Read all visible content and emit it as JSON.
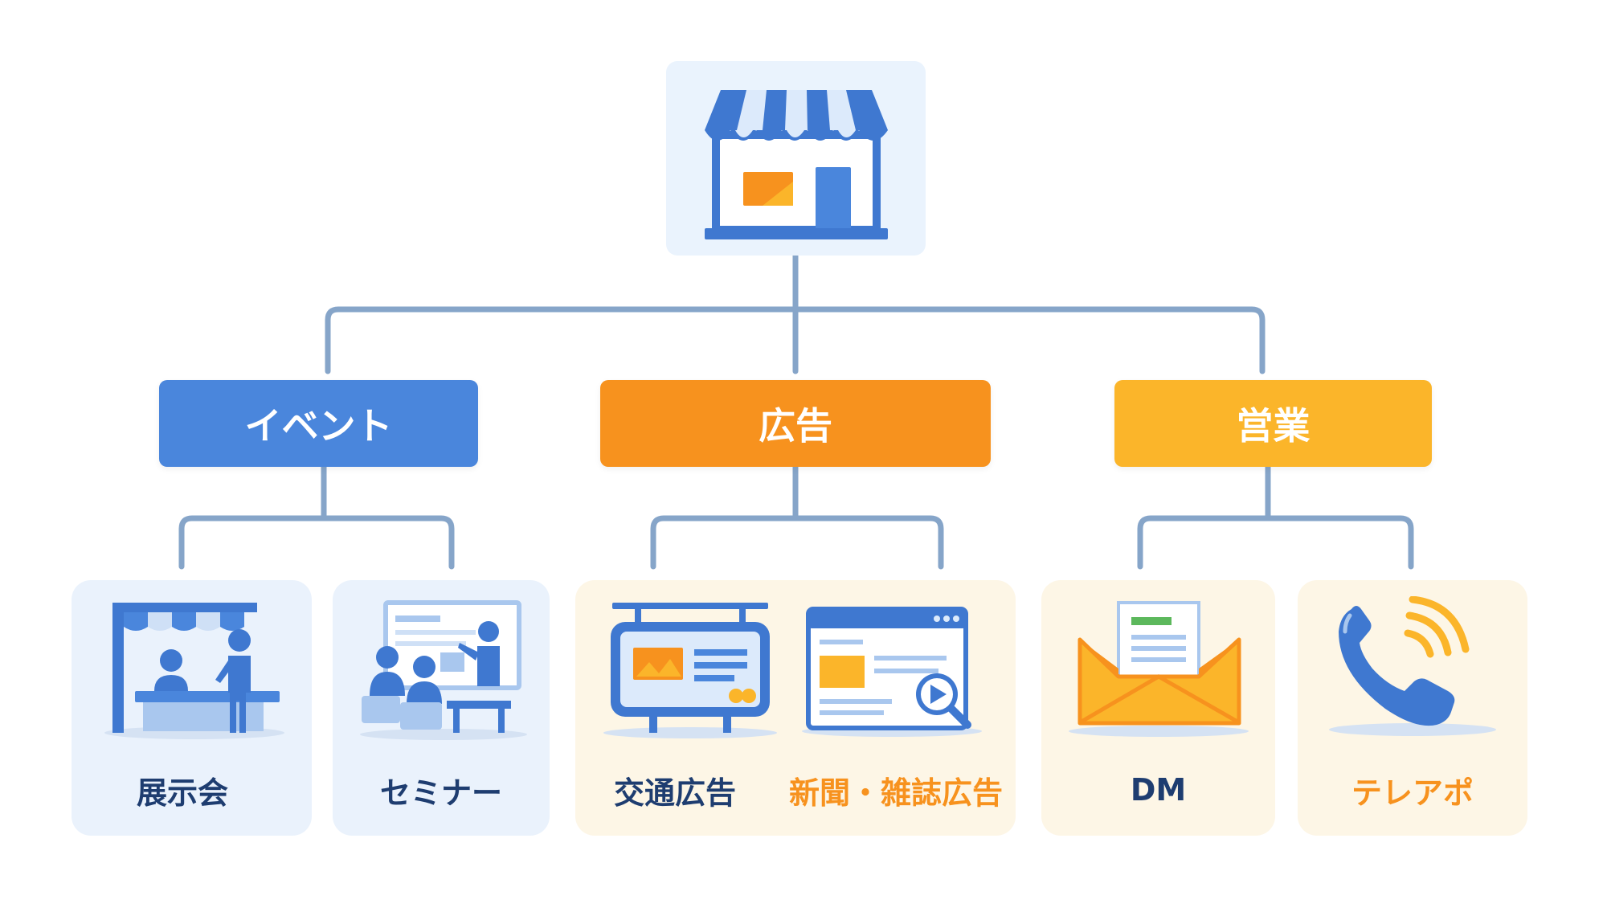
{
  "root": {
    "icon": "store-icon"
  },
  "categories": [
    {
      "label": "イベント",
      "color": "#4a86dc"
    },
    {
      "label": "広告",
      "color": "#f7921e"
    },
    {
      "label": "営業",
      "color": "#fbb52a"
    }
  ],
  "items": {
    "exhibition": {
      "label": "展示会",
      "icon": "exhibition-booth-icon"
    },
    "seminar": {
      "label": "セミナー",
      "icon": "seminar-presentation-icon"
    },
    "transit_ad": {
      "label": "交通広告",
      "icon": "billboard-icon"
    },
    "print_ad": {
      "label": "新聞・雑誌広告",
      "icon": "web-article-search-icon"
    },
    "dm": {
      "label": "DM",
      "icon": "mail-envelope-icon"
    },
    "teleapo": {
      "label": "テレアポ",
      "icon": "phone-icon"
    }
  },
  "colors": {
    "line": "#86a5c9",
    "blue": "#4a86dc",
    "orange": "#f7921e",
    "yellow": "#fbb52a",
    "navy": "#1e3d70"
  }
}
